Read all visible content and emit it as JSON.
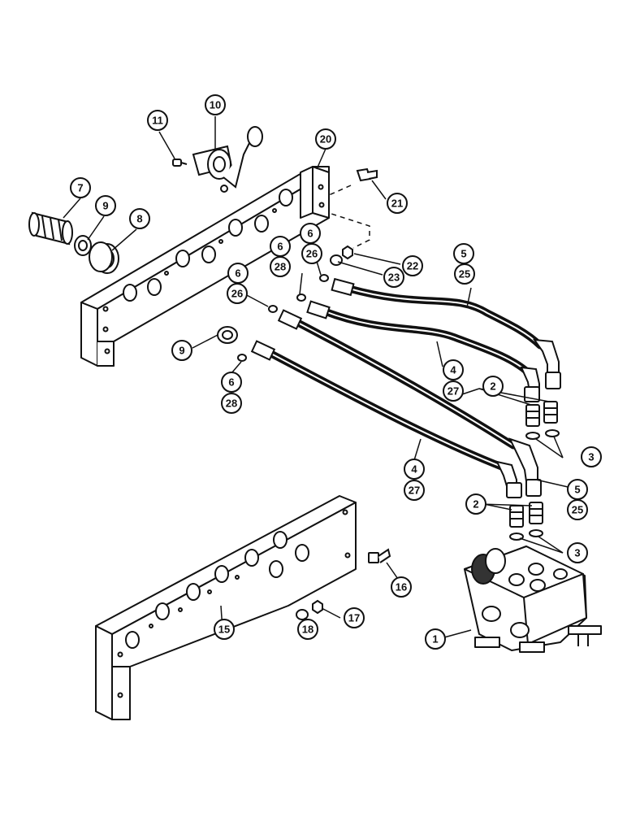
{
  "callouts": [
    {
      "id": "c11",
      "label": "11"
    },
    {
      "id": "c10",
      "label": "10"
    },
    {
      "id": "c20",
      "label": "20"
    },
    {
      "id": "c7",
      "label": "7"
    },
    {
      "id": "c9a",
      "label": "9"
    },
    {
      "id": "c8",
      "label": "8"
    },
    {
      "id": "c21",
      "label": "21"
    },
    {
      "id": "c6a",
      "label": "6"
    },
    {
      "id": "c26a",
      "label": "26"
    },
    {
      "id": "c6b",
      "label": "6"
    },
    {
      "id": "c28a",
      "label": "28"
    },
    {
      "id": "c22",
      "label": "22"
    },
    {
      "id": "c23",
      "label": "23"
    },
    {
      "id": "c5a",
      "label": "5"
    },
    {
      "id": "c25a",
      "label": "25"
    },
    {
      "id": "c6c",
      "label": "6"
    },
    {
      "id": "c26b",
      "label": "26"
    },
    {
      "id": "c9b",
      "label": "9"
    },
    {
      "id": "c6d",
      "label": "6"
    },
    {
      "id": "c28b",
      "label": "28"
    },
    {
      "id": "c4a",
      "label": "4"
    },
    {
      "id": "c27a",
      "label": "27"
    },
    {
      "id": "c2a",
      "label": "2"
    },
    {
      "id": "c3a",
      "label": "3"
    },
    {
      "id": "c4b",
      "label": "4"
    },
    {
      "id": "c27b",
      "label": "27"
    },
    {
      "id": "c5b",
      "label": "5"
    },
    {
      "id": "c25b",
      "label": "25"
    },
    {
      "id": "c2b",
      "label": "2"
    },
    {
      "id": "c3b",
      "label": "3"
    },
    {
      "id": "c16",
      "label": "16"
    },
    {
      "id": "c17",
      "label": "17"
    },
    {
      "id": "c18",
      "label": "18"
    },
    {
      "id": "c15",
      "label": "15"
    },
    {
      "id": "c1",
      "label": "1"
    }
  ]
}
